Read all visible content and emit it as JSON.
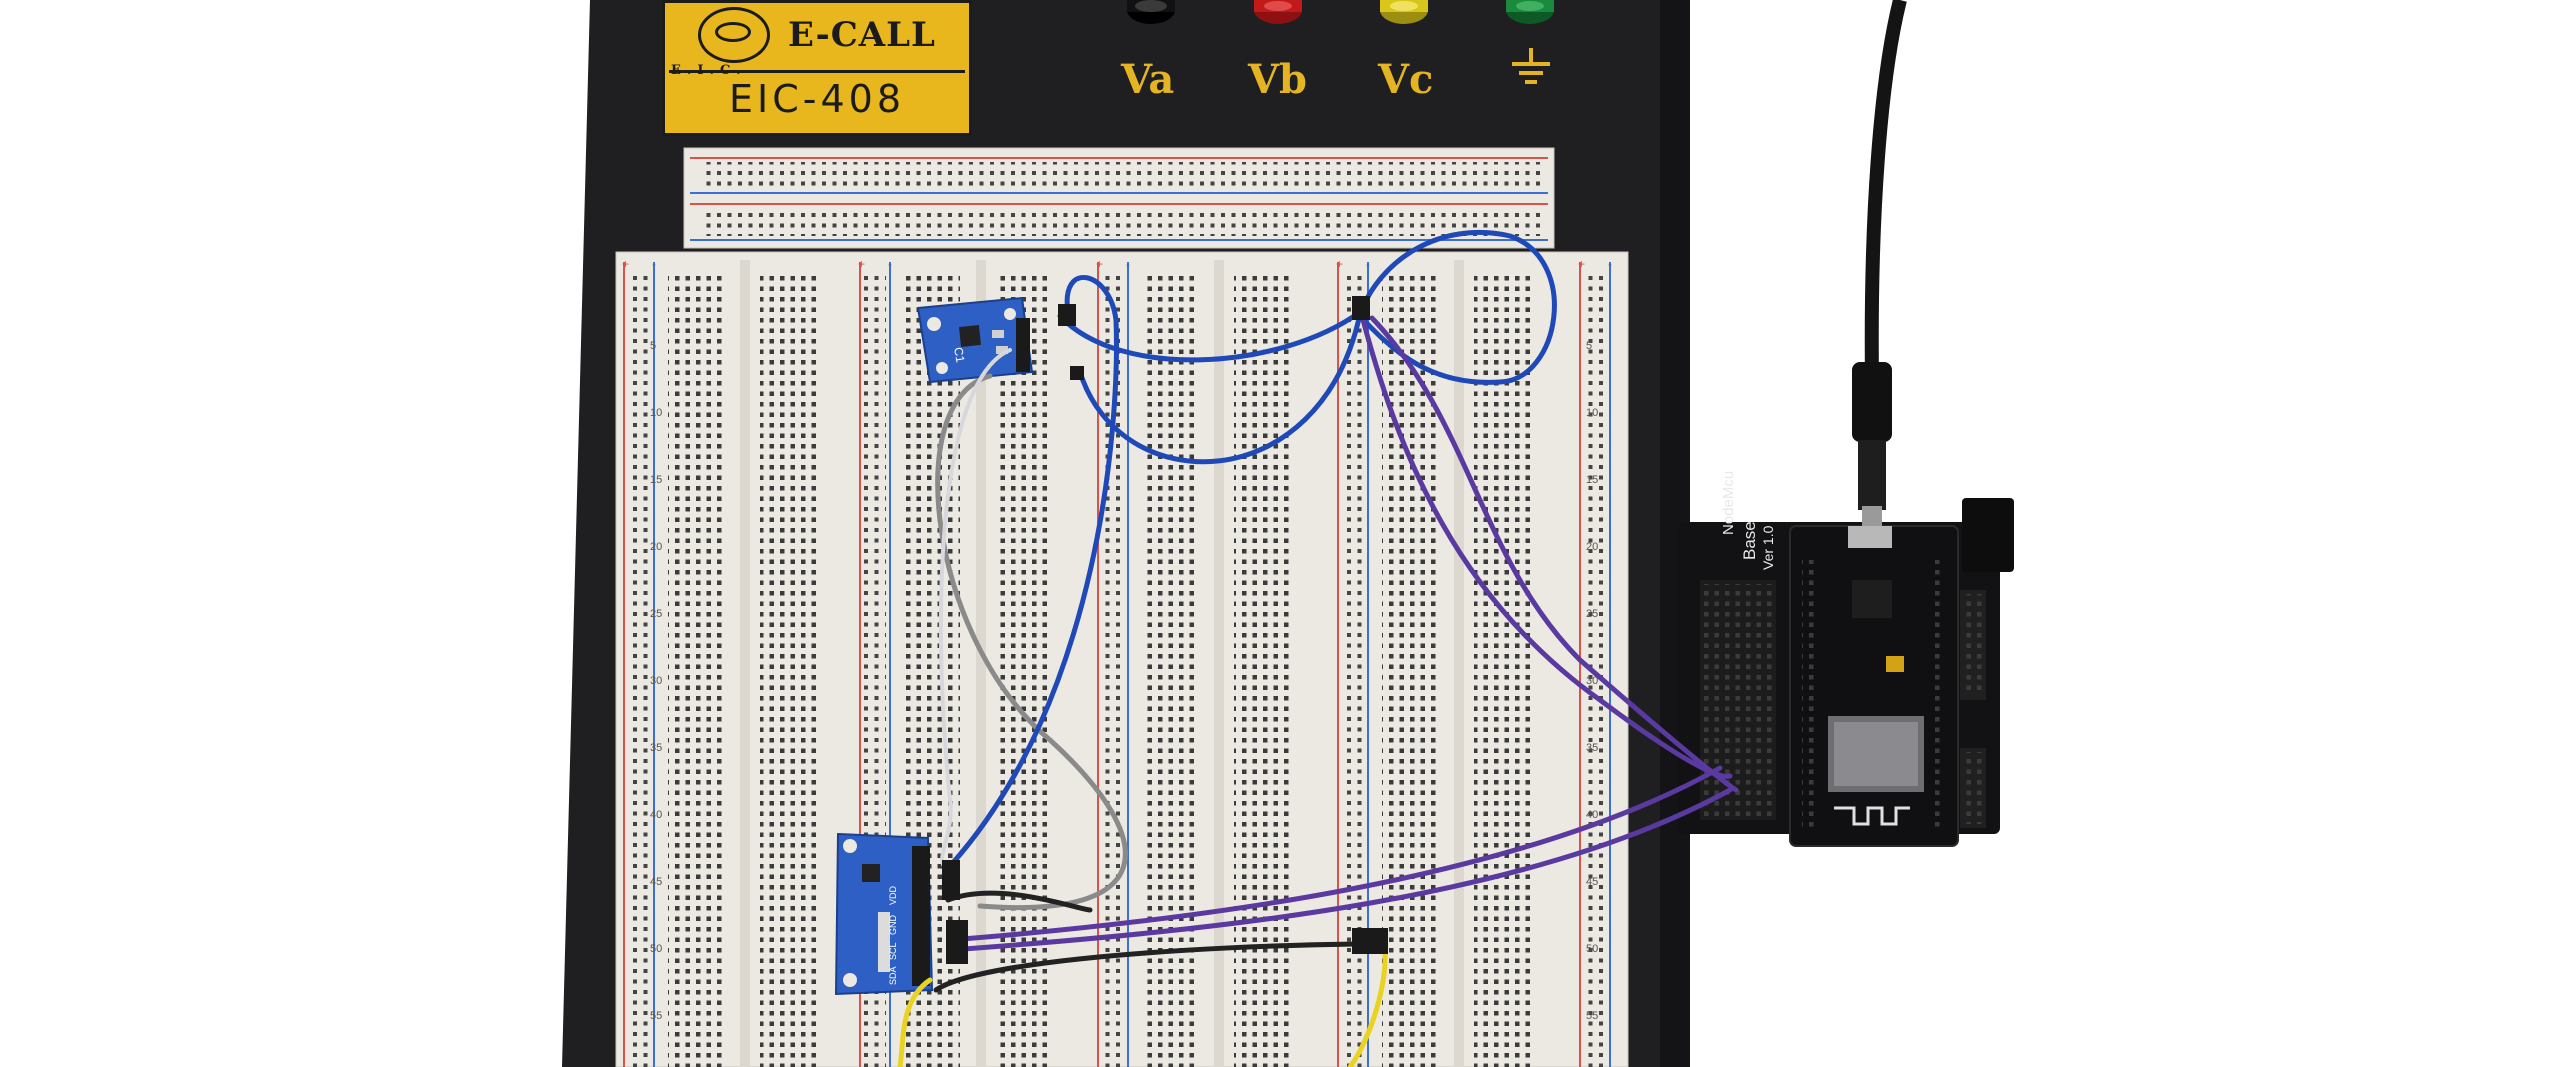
{
  "photo": {
    "subject": "Solderless breadboard trainer with two breakout sensor boards wired to a NodeMCU on a base board"
  },
  "trainer": {
    "logo_brand": "E-CALL",
    "logo_seal_text": "E.I.C.",
    "model": "EIC-408"
  },
  "binding_posts": [
    {
      "label": "Va",
      "cap_color": "#111111"
    },
    {
      "label": "Vb",
      "cap_color": "#c21a1a"
    },
    {
      "label": "Vc",
      "cap_color": "#d8c71a"
    },
    {
      "label": "",
      "cap_color": "#1a8a3c",
      "symbol": "ground-symbol"
    }
  ],
  "breadboard": {
    "row_numbers": [
      "5",
      "10",
      "15",
      "20",
      "25",
      "30",
      "35",
      "40",
      "45",
      "50",
      "55"
    ],
    "rail_marks": [
      "+",
      "-"
    ]
  },
  "sensor_top": {
    "silkscreen": "C1"
  },
  "sensor_bottom": {
    "pin_labels": [
      "VDD",
      "GND",
      "SCL",
      "SDA"
    ]
  },
  "base_board": {
    "title": "Base",
    "version": "Ver 1.0",
    "maker": "NodeMcu"
  },
  "colors": {
    "trainer_frame": "#1f1f22",
    "breadboard": "#ece9e2",
    "rail_red": "#d9534a",
    "rail_blue": "#3a6fd8",
    "wire_blue": "#1f49b8",
    "wire_purple": "#5a3aa0",
    "wire_gray": "#8a8a8a",
    "wire_white": "#d8d8dc",
    "wire_black": "#222222",
    "wire_yellow": "#e9d320",
    "sensor_pcb": "#2d5fc4"
  }
}
